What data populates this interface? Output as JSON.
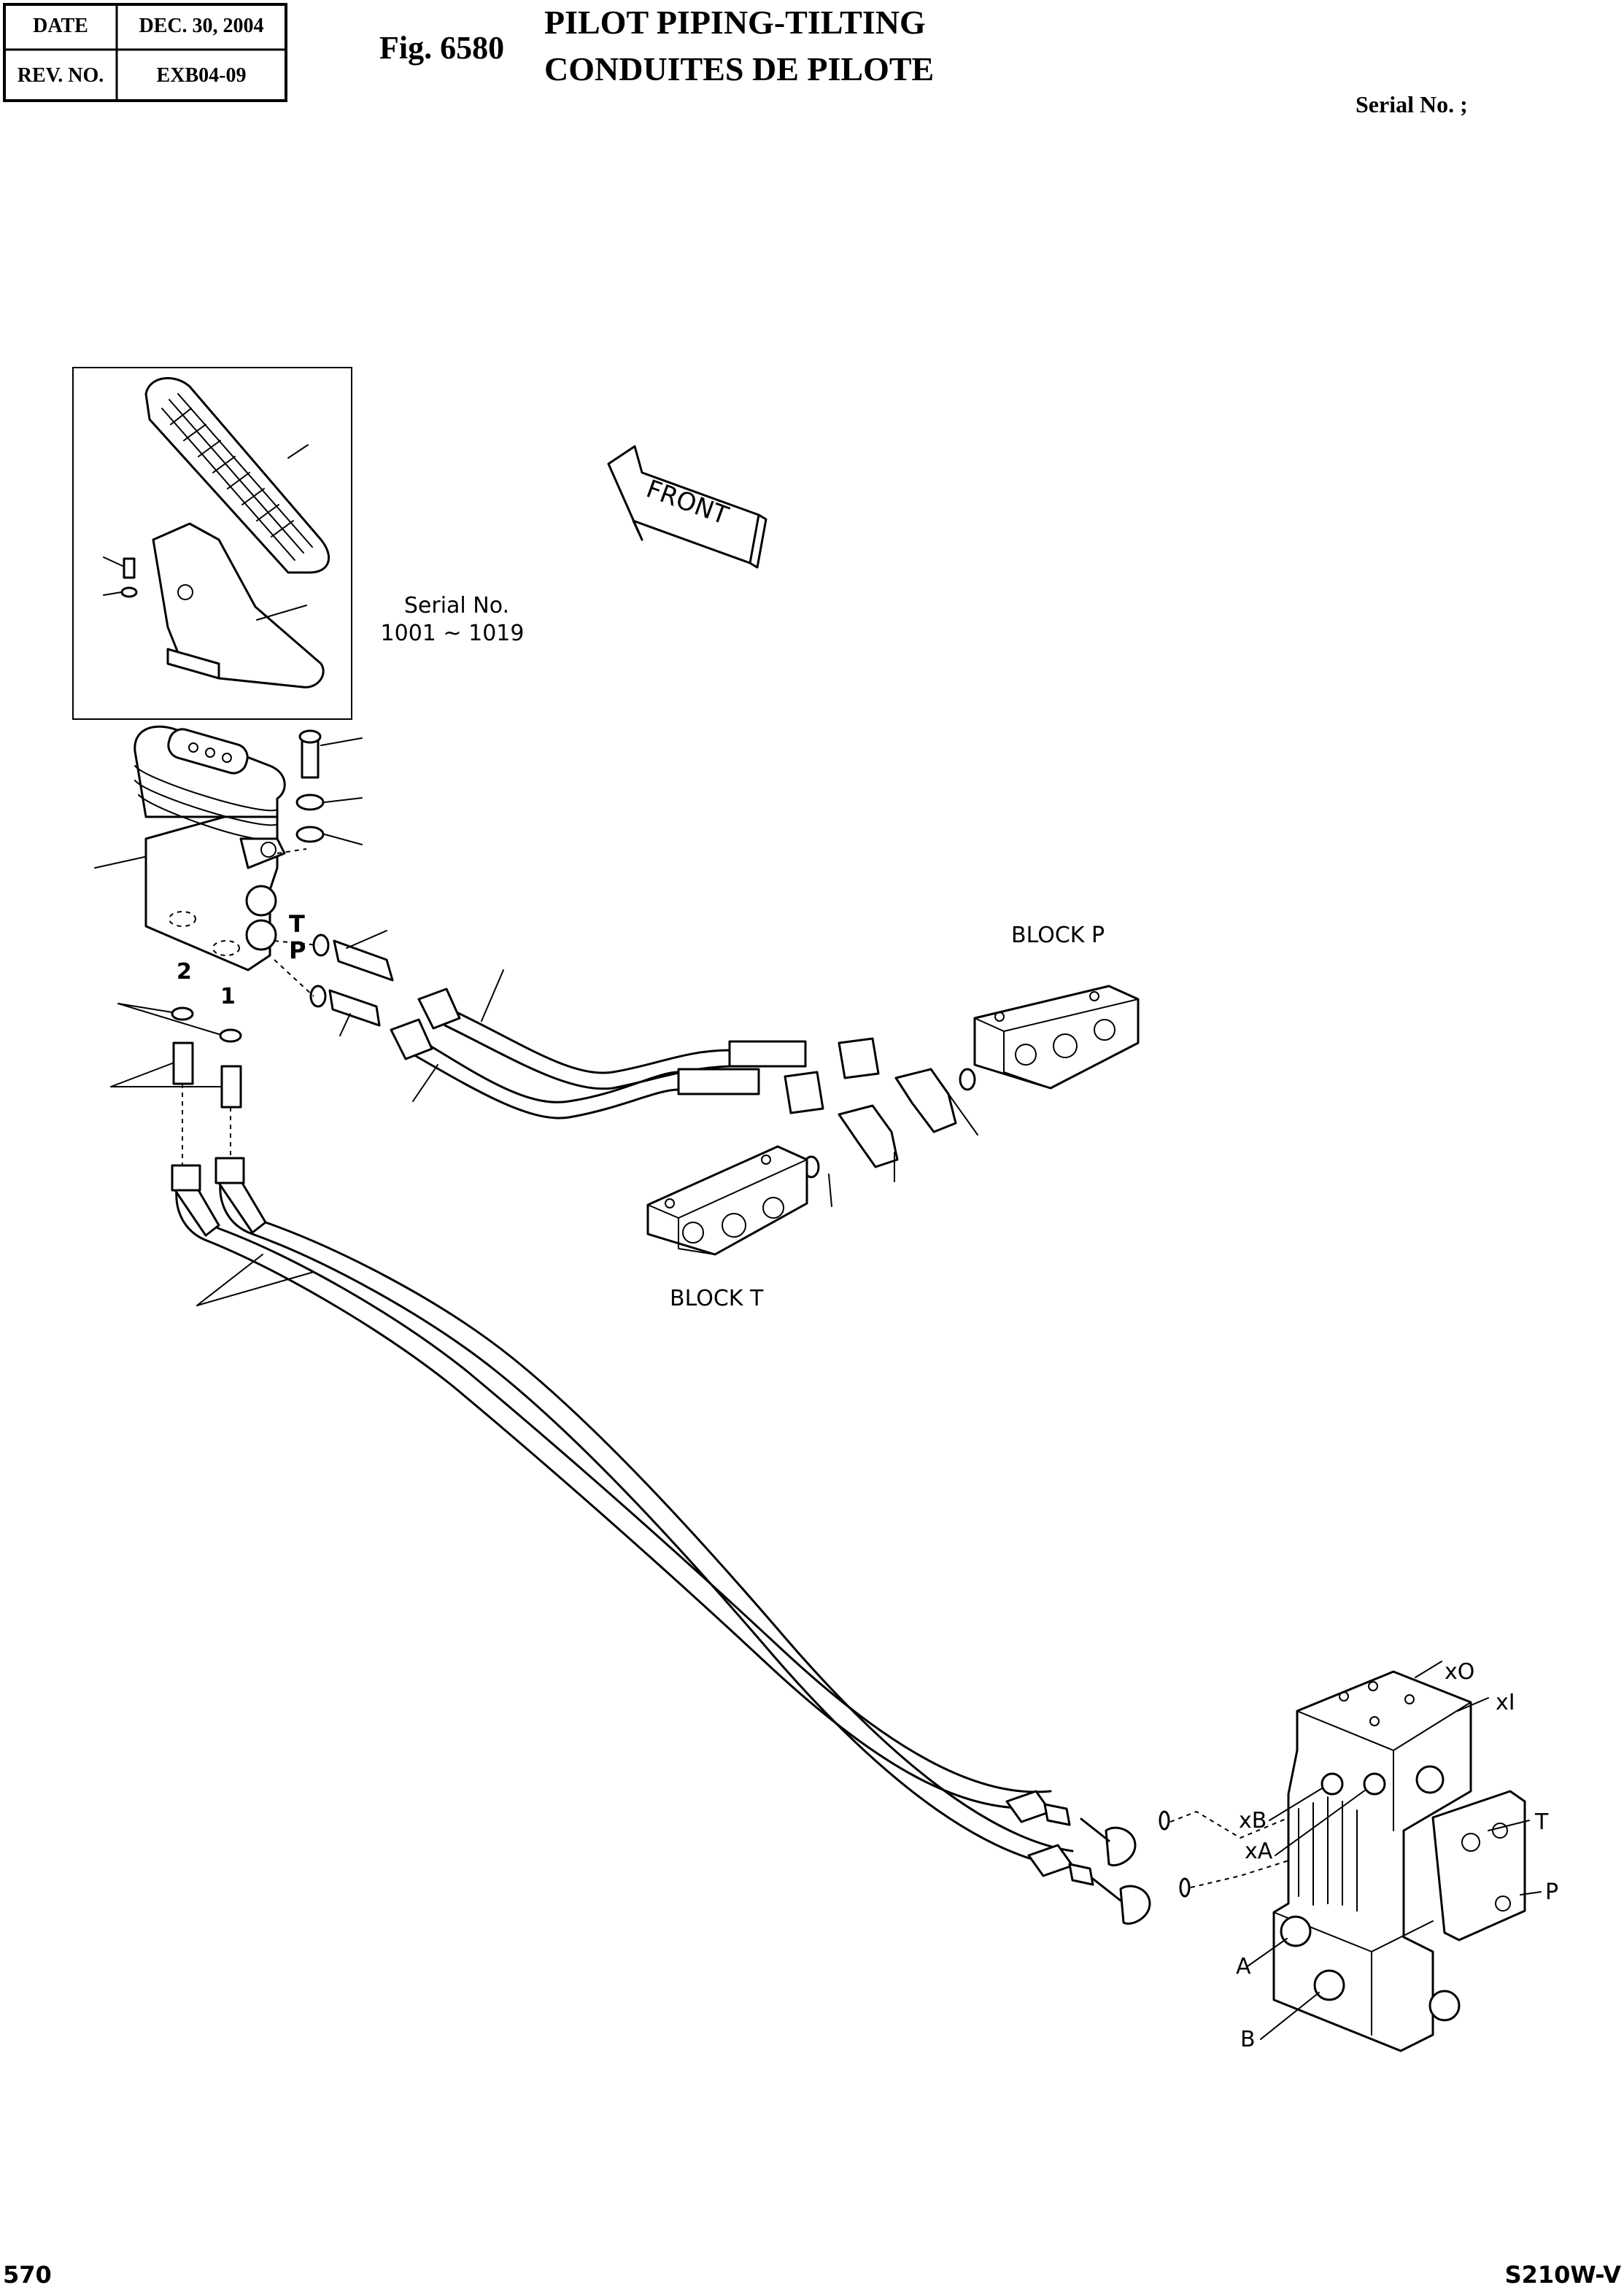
{
  "header": {
    "date_label": "DATE",
    "date_value": "DEC. 30, 2004",
    "rev_label": "REV. NO.",
    "rev_value": "EXB04-09",
    "fig_number": "Fig. 6580",
    "title_en": "PILOT PIPING-TILTING",
    "title_fr": "CONDUITES DE PILOTE",
    "serial": "Serial No. ;"
  },
  "diagram": {
    "front_label": "FRONT",
    "serial_note_line1": "Serial No.",
    "serial_note_line2": "1001 ~ 1019",
    "block_p": "BLOCK P",
    "block_t": "BLOCK T",
    "port_T": "T",
    "port_P": "P",
    "port_2": "2",
    "port_1": "1",
    "valve_ports": {
      "xO": "xO",
      "xI": "xI",
      "xB": "xB",
      "xA": "xA",
      "T": "T",
      "P": "P",
      "A": "A",
      "B": "B"
    }
  },
  "footer": {
    "page_number": "570",
    "model": "S210W-V"
  }
}
